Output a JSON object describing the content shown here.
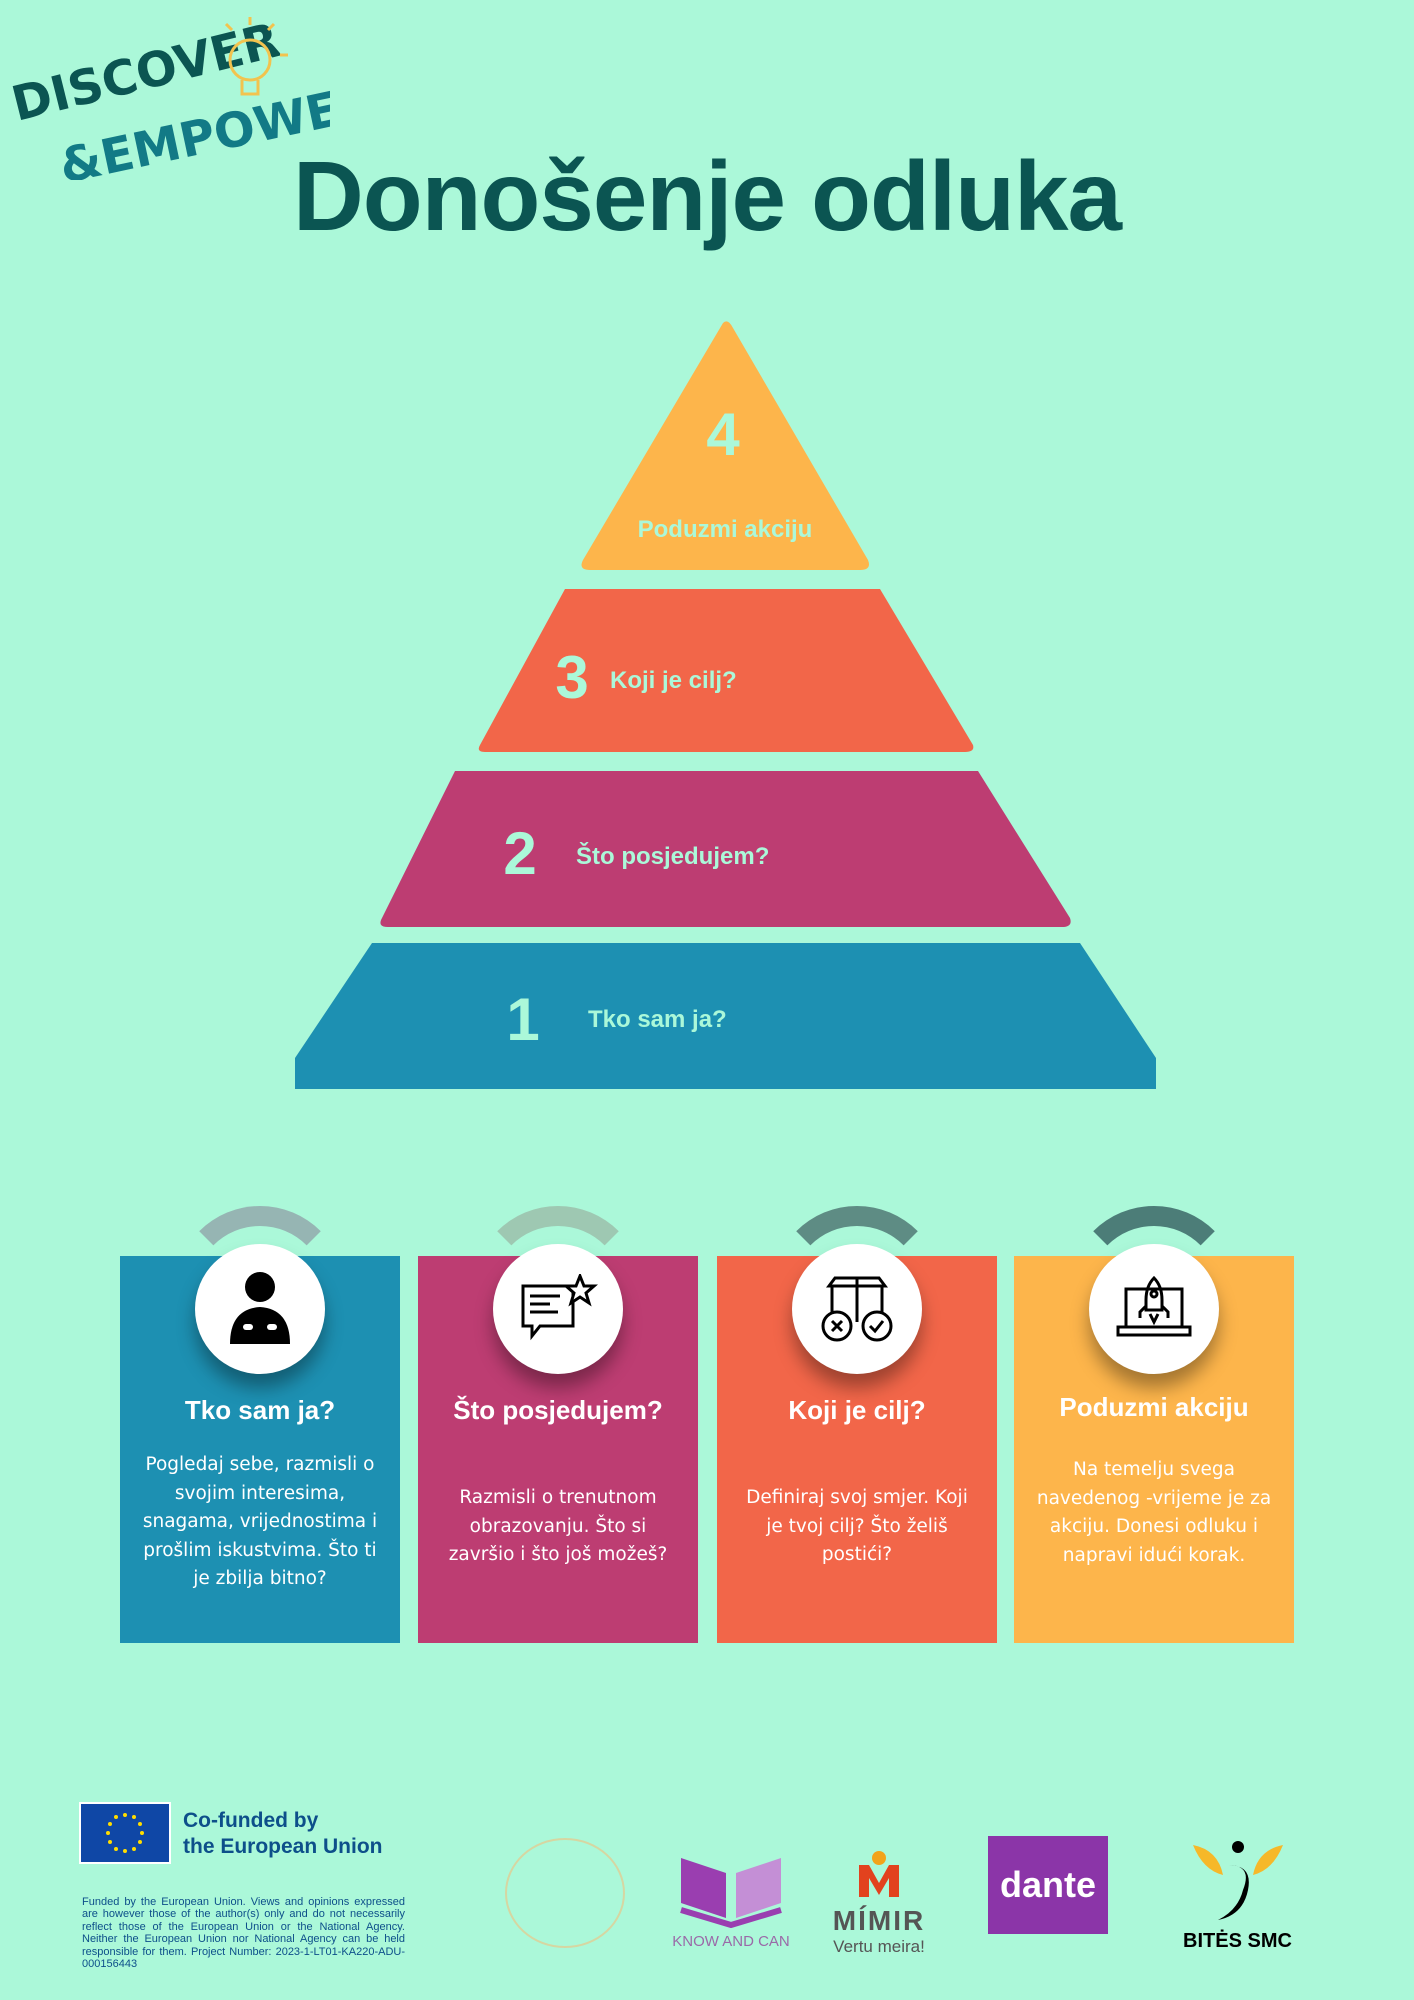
{
  "logo": {
    "line1": "DISCOVER",
    "line2": "&EMPOWER"
  },
  "title": "Donošenje odluka",
  "pyramid": [
    {
      "number": "4",
      "label": "Poduzmi akciju",
      "color": "#fdb54b"
    },
    {
      "number": "3",
      "label": "Koji je cilj?",
      "color": "#f26649"
    },
    {
      "number": "2",
      "label": "Što posjedujem?",
      "color": "#bd3d72"
    },
    {
      "number": "1",
      "label": "Tko sam ja?",
      "color": "#1d90b2"
    }
  ],
  "cards": [
    {
      "title": "Tko sam ja?",
      "text": "Pogledaj sebe, razmisli o svojim interesima, snagama, vrijednostima i prošlim iskustvima. Što ti je zbilja bitno?",
      "icon": "person-hands-icon",
      "color": "#1d90b2",
      "arc": "#96b5b3"
    },
    {
      "title": "Što posjedujem?",
      "text": "Razmisli o trenutnom obrazovanju. Što si završio i što još možeš?",
      "icon": "review-star-icon",
      "color": "#bd3d72",
      "arc": "#9ec8b2"
    },
    {
      "title": "Koji je cilj?",
      "text": "Definiraj svoj smjer. Koji je tvoj cilj? Što želiš postići?",
      "icon": "decision-icon",
      "color": "#f26649",
      "arc": "#5e8c84"
    },
    {
      "title": "Poduzmi akciju",
      "text": "Na temelju svega navedenog -vrijeme je za akciju. Donesi odluku i napravi idući korak.",
      "icon": "rocket-laptop-icon",
      "color": "#fdb54b",
      "arc": "#4c7d78"
    }
  ],
  "footer": {
    "eu_line1": "Co-funded by",
    "eu_line2": "the European Union",
    "disclaimer": "Funded by the European Union. Views and opinions expressed are however those of the author(s) only and do not necessarily reflect those of the European Union or the National Agency. Neither the European Union nor National Agency can be held responsible for them. Project Number: 2023-1-LT01-KA220-ADU-000156443",
    "partners": [
      "KNOW AND CAN",
      "MÍMIR",
      "Vertu meira!",
      "dante",
      "BITĖS SMC"
    ]
  }
}
